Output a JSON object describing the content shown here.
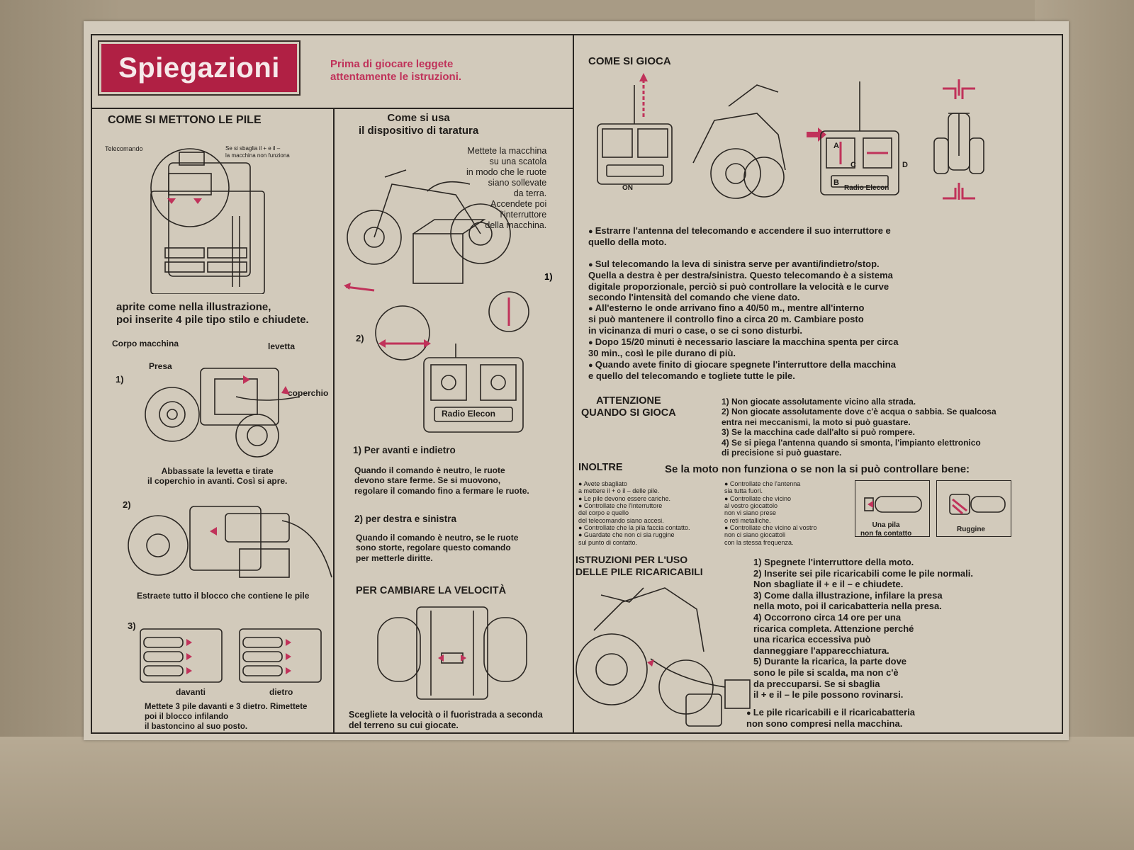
{
  "header": {
    "title": "Spiegazioni",
    "warning": "Prima di giocare leggete\nattentamente le istruzioni."
  },
  "batteries": {
    "heading": "COME SI METTONO LE PILE",
    "remote_label": "Telecomando",
    "remote_note": "Se si sbaglia il + e il –\nla macchina non funziona",
    "open_text": "aprite come nella illustrazione,\npoi inserite 4 pile tipo stilo e chiudete.",
    "body_label": "Corpo macchina",
    "lever_label": "levetta",
    "grip_label": "Presa",
    "cover_label": "coperchio",
    "step1_num": "1)",
    "step1_text": "Abbassate la levetta e tirate\nil coperchio in avanti. Così si apre.",
    "step2_num": "2)",
    "step2_text": "Estraete tutto il blocco che contiene le pile",
    "step3_num": "3)",
    "front_label": "davanti",
    "back_label": "dietro",
    "step3_text": "Mettete 3 pile davanti e 3 dietro. Rimettete\npoi il blocco infilando\nil bastoncino al suo posto."
  },
  "calibration": {
    "heading": "Come si usa\nil dispositivo di taratura",
    "box_note": "Mettete la macchina\nsu una scatola\nin modo che le ruote\nsiano sollevate\nda terra.\nAccendete poi\nl'interruttore\ndella macchina.",
    "marker1": "1)",
    "marker2": "2)",
    "brand": "Radio Elecon",
    "fwd_heading": "1) Per avanti e indietro",
    "fwd_text": "Quando il comando è neutro, le ruote\ndevono stare ferme. Se si muovono,\nregolare il comando fino a fermare le ruote.",
    "lr_heading": "2) per destra e sinistra",
    "lr_text": "Quando il comando è neutro, se le ruote\nsono storte, regolare questo comando\nper metterle diritte.",
    "speed_heading": "PER CAMBIARE LA VELOCITÀ",
    "speed_text": "Scegliete la velocità o il fuoristrada a seconda\ndel terreno su cui giocate."
  },
  "play": {
    "heading": "COME SI GIOCA",
    "on_label": "ON",
    "brand": "Radio Elecon",
    "dir_labels": [
      "A",
      "B",
      "C",
      "D"
    ],
    "bullets": [
      "Estrarre l'antenna del telecomando e accendere il suo interruttore e\nquello della moto.",
      "Sul telecomando la leva di sinistra serve per avanti/indietro/stop.\nQuella a destra è per destra/sinistra. Questo telecomando è a sistema\ndigitale proporzionale, perciò si può controllare la velocità e le curve\nsecondo l'intensità del comando che viene dato.",
      "All'esterno le onde arrivano fino a 40/50 m., mentre all'interno\nsi può mantenere il controllo fino a circa 20 m. Cambiare posto\nin vicinanza di muri o case, o se ci sono disturbi.",
      "Dopo 15/20 minuti è necessario lasciare la macchina spenta per circa\n30 min., così le pile durano di più.",
      "Quando avete finito di giocare spegnete l'interruttore della macchina\ne quello del telecomando e togliete tutte le pile."
    ]
  },
  "caution": {
    "heading": "ATTENZIONE\nQUANDO SI GIOCA",
    "items": "1) Non giocate assolutamente vicino alla strada.\n2) Non giocate assolutamente dove c'è acqua o sabbia. Se qualcosa\n    entra nei meccanismi, la moto si può guastare.\n3) Se la macchina cade dall'alto si può rompere.\n4) Se si piega l'antenna quando si smonta, l'impianto elettronico\n    di precisione si può guastare."
  },
  "troubleshoot": {
    "label": "INOLTRE",
    "heading": "Se la moto non funziona o se non la si può controllare bene:",
    "col1": "● Avete sbagliato\n   a mettere il + o il – delle pile.\n● Le pile devono essere cariche.\n● Controllate che l'interruttore\n   del corpo e quello\n   del telecomando siano accesi.\n● Controllate che la pila faccia contatto.\n● Guardate che non ci sia ruggine\n   sul punto di contatto.",
    "col2": "● Controllate che l'antenna\n   sia tutta fuori.\n● Controllate che vicino\n   al vostro giocattolo\n   non vi siano prese\n   o reti metalliche.\n● Controllate che vicino al vostro\n   non ci siano giocattoli\n   con la stessa frequenza.",
    "fig1": "Una pila\nnon fa contatto",
    "fig2": "Ruggine"
  },
  "recharge": {
    "heading": "ISTRUZIONI PER L'USO\nDELLE PILE RICARICABILI",
    "steps": "1) Spegnete l'interruttore della moto.\n2) Inserite sei pile ricaricabili come le pile normali.\n     Non sbagliate il + e il – e chiudete.\n3) Come dalla illustrazione, infilare la presa\n     nella moto, poi il caricabatteria nella presa.\n4) Occorrono circa 14 ore per una\n     ricarica completa. Attenzione perché\n     una ricarica eccessiva può\n     danneggiare l'apparecchiatura.\n5) Durante la ricarica, la parte dove\n     sono le pile si scalda, ma non c'è\n     da preccuparsi. Se si sbaglia\n     il + e il – le pile possono rovinarsi.",
    "note": "Le pile ricaricabili e il ricaricabatteria\nnon sono compresi nella macchina."
  }
}
